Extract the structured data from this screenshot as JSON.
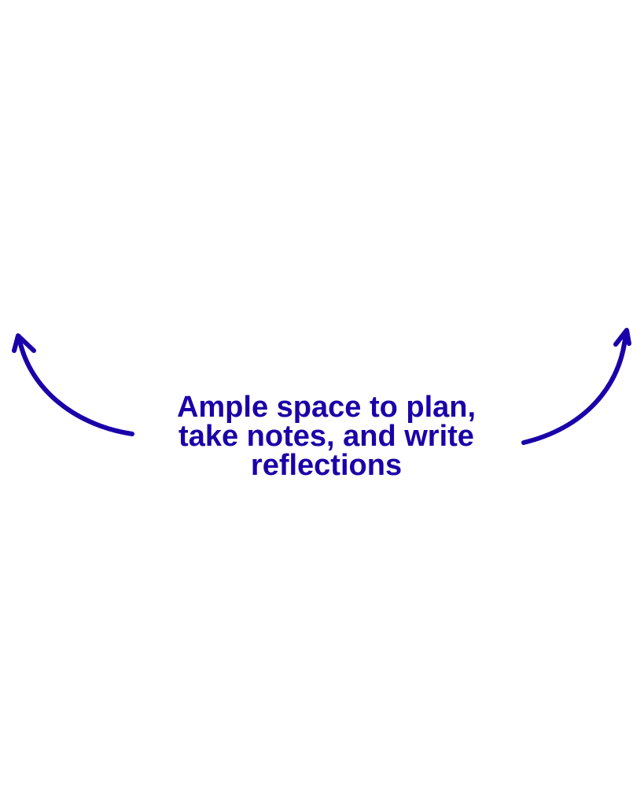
{
  "caption": {
    "lines": [
      "Ample space to plan,",
      "take notes, and write",
      "reflections"
    ]
  },
  "colors": {
    "ink": "#1a00a8",
    "background": "#ffffff"
  },
  "icons": {
    "left": "curved-arrow-up-left-icon",
    "right": "curved-arrow-up-right-icon"
  }
}
